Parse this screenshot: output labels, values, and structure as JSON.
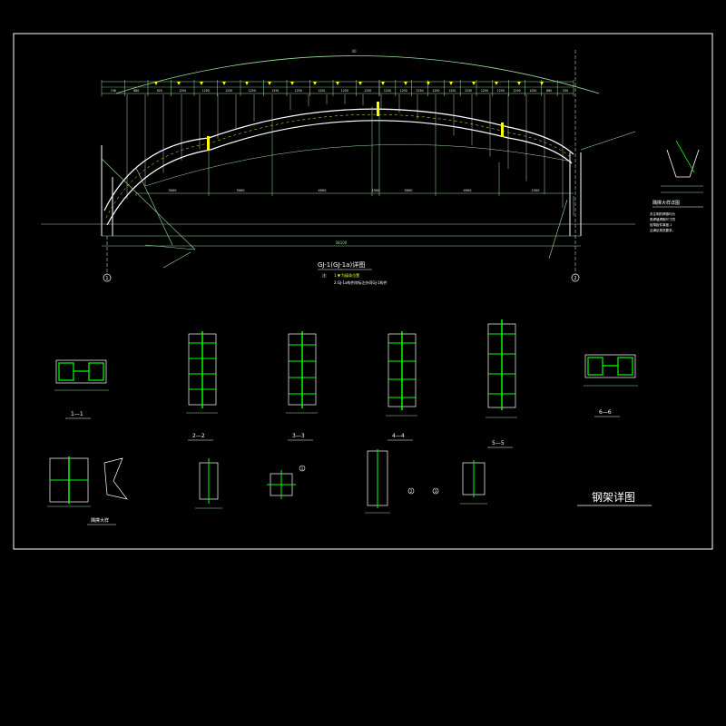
{
  "drawing": {
    "main_title": "钢架详图",
    "elevation_title": "GJ-1(GJ-1a)详图",
    "note_prefix": "注:",
    "note_1": "1.▼ 为檩条位置",
    "note_2": "2.GJ-1a构件除标注外同GJ-1构件",
    "overall_span_top": "40",
    "bottom_span": "38100",
    "axis_left": "1",
    "axis_right": "2",
    "detail_side_title": "隅撑大样详图",
    "detail_side_notes": [
      "未注明的焊缝均为",
      "角焊缝焊脚尺寸同",
      "较薄板件厚度-1",
      "且满足规范要求。"
    ]
  },
  "purlin_dims_left": [
    "746",
    "880",
    "920",
    "1250",
    "1250",
    "1250",
    "1250",
    "1250",
    "1250",
    "1250",
    "1250",
    "1250"
  ],
  "purlin_dims_right": [
    "1250",
    "1250",
    "1250",
    "1250",
    "1250",
    "1250",
    "1250",
    "1250",
    "1250",
    "1250",
    "880",
    "250"
  ],
  "segment_dims": [
    "3000",
    "3000",
    "4900",
    "1500",
    "3000",
    "4900",
    "1500"
  ],
  "sections": {
    "s1": "1—1",
    "s2": "2—2",
    "s3": "3—3",
    "s4": "4—4",
    "s5": "5—5",
    "s6": "6—6"
  },
  "detail_labels": {
    "knee_brace": "隅撑大样",
    "d1": "1",
    "d2": "2",
    "d3": "3"
  },
  "colors": {
    "frame": "#ffffff",
    "line": "#ffffff",
    "green": "#00ff00",
    "cyan": "#00c8c8",
    "yellow": "#ffff00",
    "dim": "#9adf9a"
  }
}
